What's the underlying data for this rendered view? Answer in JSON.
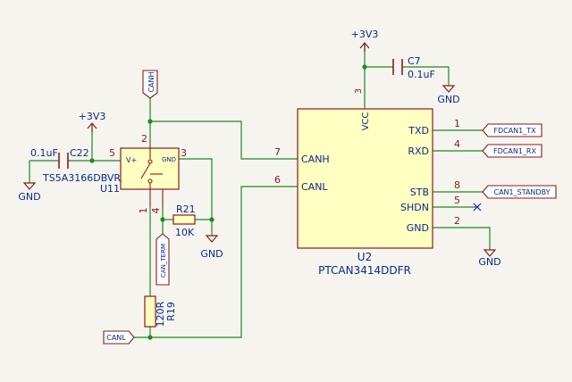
{
  "colors": {
    "background": "#f5f4ef",
    "wire": "#1f8a1f",
    "component": "#8b1a1a",
    "component_fill": "#ffffc2",
    "power": "#8b1a1a",
    "text_blue": "#0a2a8a",
    "label_fill": "#ffffff",
    "noconnect": "#1a1acc"
  },
  "power": {
    "u2_supply": "+3V3",
    "u11_supply": "+3V3",
    "gnd": "GND"
  },
  "u2": {
    "ref": "U2",
    "value": "PTCAN3414DDFR",
    "pins": {
      "vcc": {
        "name": "VCC",
        "number": "3"
      },
      "canh": {
        "name": "CANH",
        "number": "7"
      },
      "canl": {
        "name": "CANL",
        "number": "6"
      },
      "txd": {
        "name": "TXD",
        "number": "1"
      },
      "rxd": {
        "name": "RXD",
        "number": "4"
      },
      "stb": {
        "name": "STB",
        "number": "8"
      },
      "shdn": {
        "name": "SHDN",
        "number": "5"
      },
      "gnd": {
        "name": "GND",
        "number": "2"
      }
    }
  },
  "c7": {
    "ref": "C7",
    "value": "0.1uF"
  },
  "c22": {
    "ref": "C22",
    "value": "0.1uF"
  },
  "u11": {
    "ref": "U11",
    "value": "TS5A3166DBVR",
    "pin_vplus_label": "V+",
    "pin_gnd_label": "GND",
    "pins": {
      "p1": "1",
      "p2": "2",
      "p3": "3",
      "p4": "4",
      "p5": "5"
    }
  },
  "r21": {
    "ref": "R21",
    "value": "10K"
  },
  "r19": {
    "ref": "R19",
    "value": "120R"
  },
  "net_labels": {
    "canh": "CANH",
    "canl": "CANL",
    "can_term": "CAN_TERM",
    "fdcan1_tx": "FDCAN1_TX",
    "fdcan1_rx": "FDCAN1_RX",
    "can1_standby": "CAN1_STANDBY"
  }
}
